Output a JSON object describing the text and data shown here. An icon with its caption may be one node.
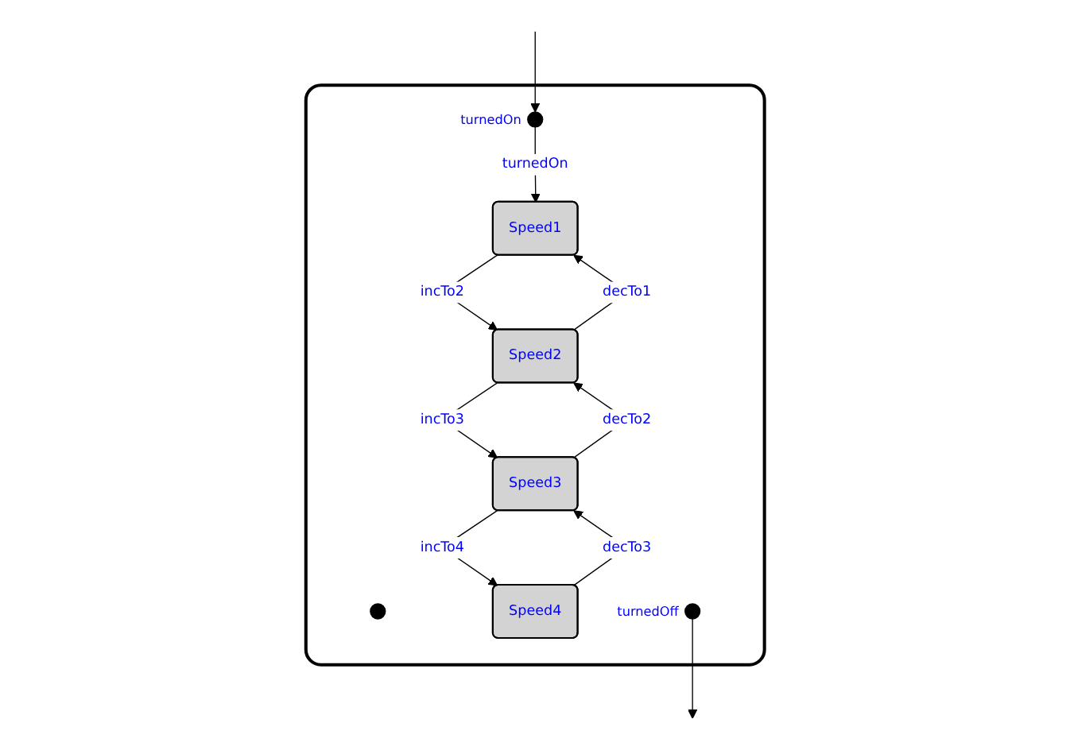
{
  "diagram": {
    "nodes": [
      {
        "text": [],
        "shape": "box"
      },
      {
        "text": [],
        "shape": "circle",
        "in": 0
      },
      {
        "text": [],
        "shape": "circle",
        "in": 0,
        "beside": [
          "turnedOn"
        ]
      },
      {
        "text": [
          "Speed1"
        ],
        "in": 0
      },
      {
        "text": [
          "Speed2"
        ],
        "in": 0
      },
      {
        "text": [
          "Speed3"
        ],
        "in": 0
      },
      {
        "text": [
          "Speed4"
        ],
        "in": 0
      },
      {
        "text": [],
        "shape": "circle",
        "in": 0,
        "beside": [
          "turnedOff"
        ]
      }
    ],
    "edges": [
      {
        "from": null,
        "to": 2,
        "arrow": "to"
      },
      {
        "from": 2,
        "to": 3,
        "label": "turnedOn",
        "arrow": "to"
      },
      {
        "from": 3,
        "to": 4,
        "label": "incTo2",
        "arrow": "to"
      },
      {
        "from": 4,
        "to": 3,
        "label": "decTo1",
        "arrow": "to"
      },
      {
        "from": 4,
        "to": 5,
        "label": "incTo3",
        "arrow": "to"
      },
      {
        "from": 5,
        "to": 4,
        "label": "decTo2",
        "arrow": "to"
      },
      {
        "from": 5,
        "to": 6,
        "label": "incTo4",
        "arrow": "to"
      },
      {
        "from": 6,
        "to": 5,
        "label": "decTo3",
        "arrow": "to"
      },
      {
        "from": 7,
        "to": null,
        "arrow": "to"
      }
    ]
  }
}
